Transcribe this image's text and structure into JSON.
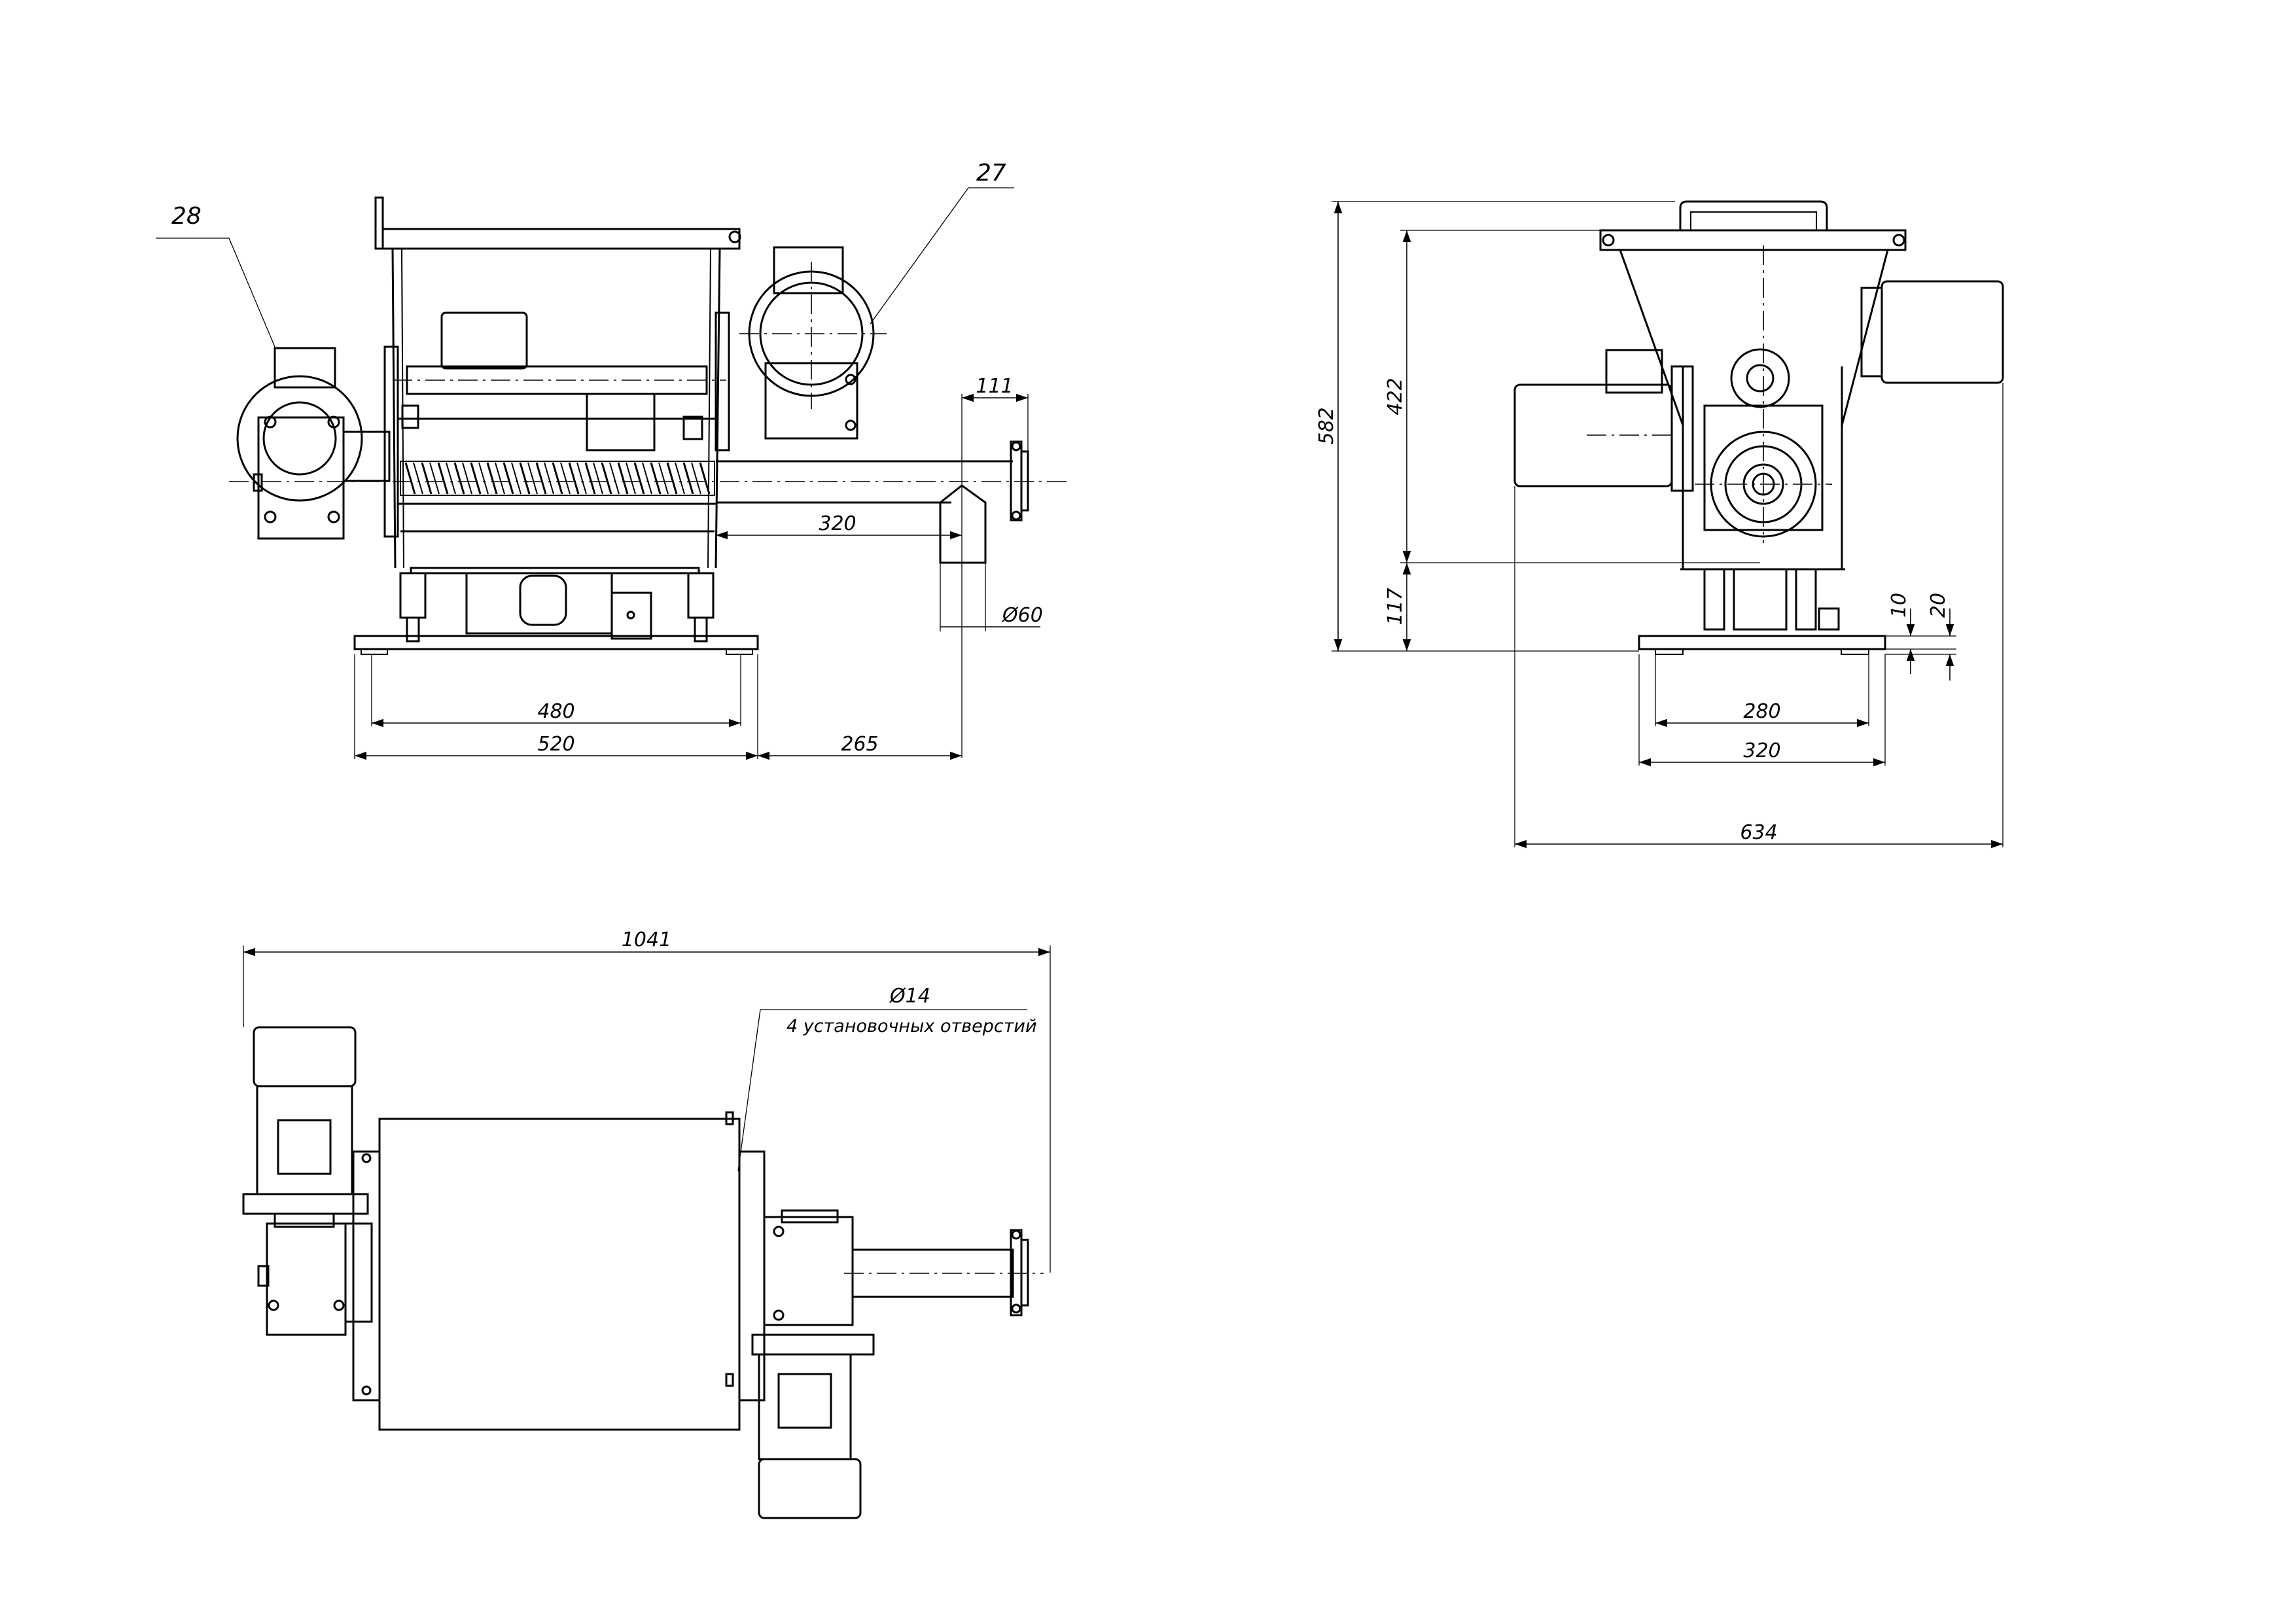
{
  "callouts": {
    "front_left": "28",
    "front_right": "27"
  },
  "dimensions": {
    "front": {
      "outlet_offset": "111",
      "auger_length": "320",
      "outlet_diameter": "Ø60",
      "base_holes": "480",
      "base_length": "520",
      "outlet_reach": "265"
    },
    "side": {
      "total_height": "582",
      "hopper_height": "422",
      "base_to_axis": "117",
      "plate_thickness": "10",
      "foot_height": "20",
      "base_holes": "280",
      "base_width": "320",
      "total_width": "634"
    },
    "top": {
      "total_length": "1041",
      "hole_diameter": "Ø14",
      "hole_note": "4 установочных отверстий"
    }
  }
}
